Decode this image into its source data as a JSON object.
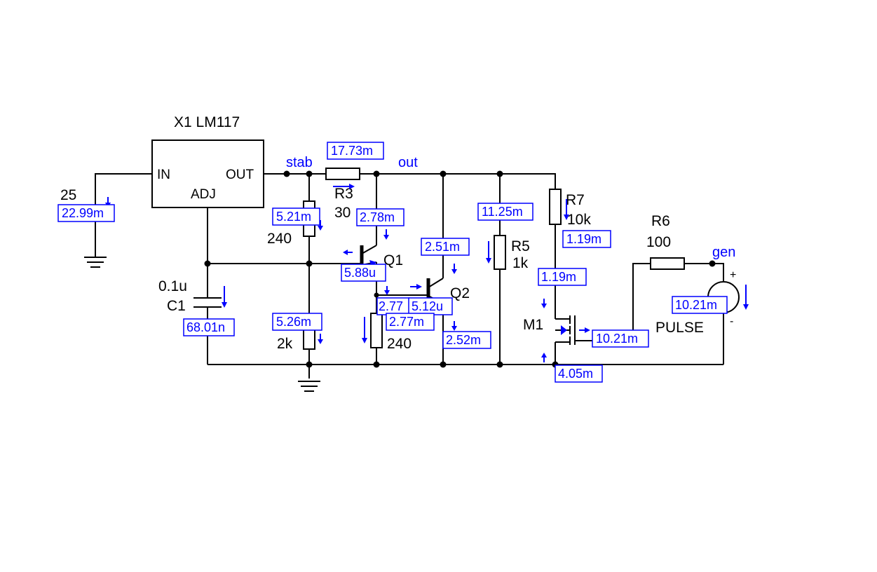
{
  "components": {
    "x1": {
      "name": "X1 LM117",
      "pin_in": "IN",
      "pin_out": "OUT",
      "pin_adj": "ADJ"
    },
    "source_in": {
      "value": "25"
    },
    "r3": {
      "name": "R3",
      "value": "30"
    },
    "r_top": {
      "value": "240"
    },
    "r_bottom": {
      "value": "2k"
    },
    "c1": {
      "name": "C1",
      "value": "0.1u"
    },
    "q1": {
      "name": "Q1"
    },
    "q2": {
      "name": "Q2"
    },
    "r_emitter": {
      "value": "240"
    },
    "r5": {
      "name": "R5",
      "value": "1k"
    },
    "r7": {
      "name": "R7",
      "value": "10k"
    },
    "m1": {
      "name": "M1"
    },
    "r6": {
      "name": "R6",
      "value": "100"
    },
    "pulse": {
      "name": "PULSE",
      "plus": "+",
      "minus": "-"
    }
  },
  "nodes": {
    "stab": "stab",
    "out": "out",
    "gen": "gen"
  },
  "measurements": {
    "src_in": "22.99m",
    "r3": "17.73m",
    "r_top": "5.21m",
    "r3_branch": "2.78m",
    "q1_base": "5.88u",
    "q2_collector": "2.51m",
    "c1": "68.01n",
    "r_bottom": "5.26m",
    "q1_emitter": "2.77",
    "q2_base": "5.12u",
    "r_emitter": "2.77m",
    "q2_emitter": "2.52m",
    "r5": "11.25m",
    "r7": "1.19m",
    "m1_drain": "1.19m",
    "pulse": "10.21m",
    "m1_gate": "10.21m",
    "m1_source": "4.05m"
  }
}
